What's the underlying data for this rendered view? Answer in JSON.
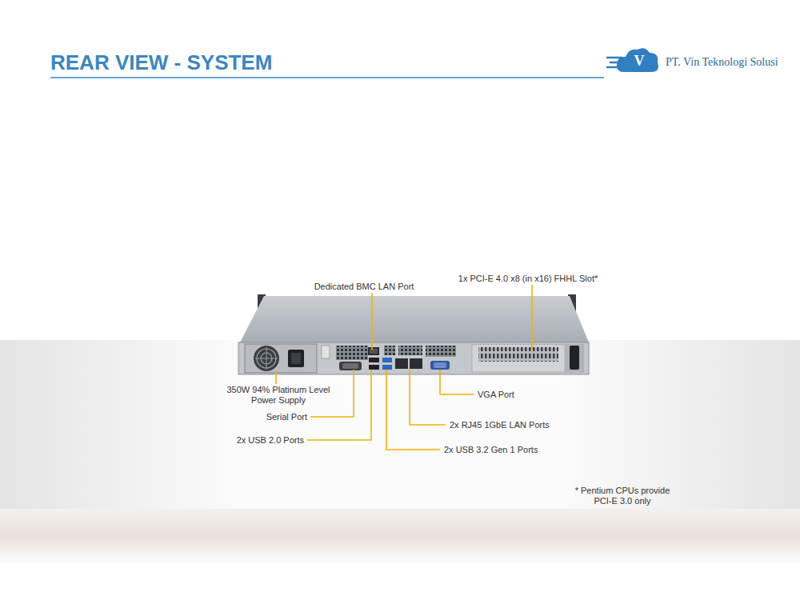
{
  "diagram": {
    "title": "REAR VIEW - SYSTEM",
    "labels": [
      "V",
      "PT. Vin Teknologi Solusi",
      "Dedicated BMC LAN Port",
      "1x PCI-E 4.0 x8 (in x16) FHHL Slot*",
      "350W 94% Platinum Level Power Supply",
      "Serial Port",
      "2x USB 2.0 Ports",
      "2x USB 3.2 Gen 1 Ports",
      "2x RJ45 1GbE LAN Ports",
      "VGA Port",
      "* Pentium CPUs provide PCI-E 3.0 only"
    ]
  }
}
